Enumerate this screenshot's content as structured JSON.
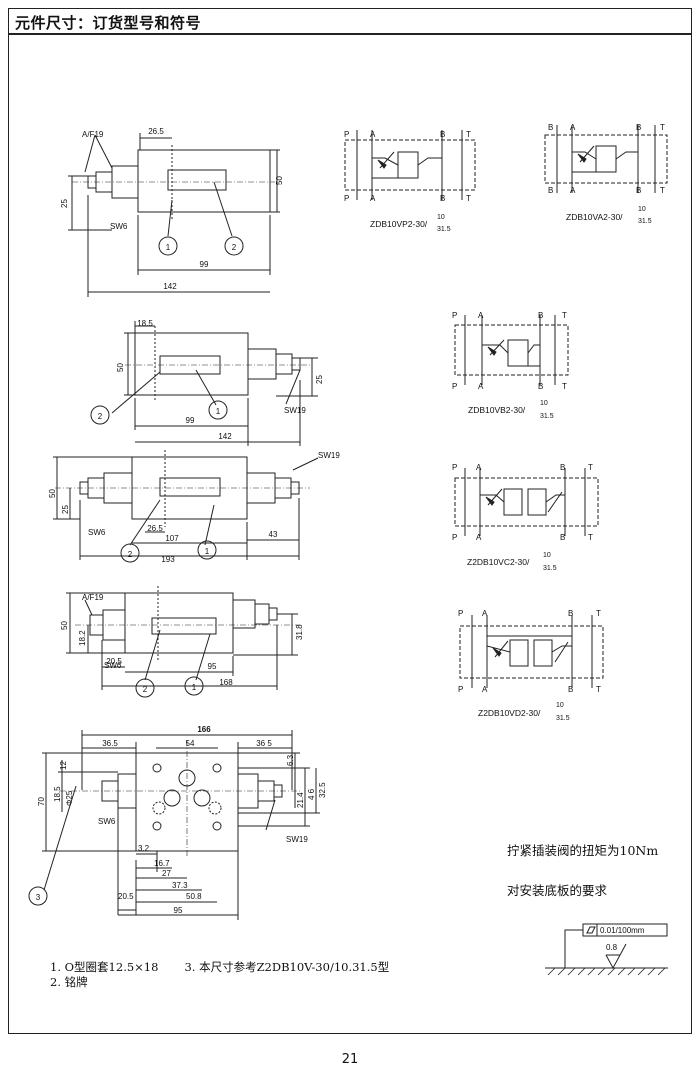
{
  "header": {
    "title": "元件尺寸：订货型号和符号"
  },
  "views": {
    "v1": {
      "af": "A/F19",
      "d265": "26.5",
      "d50": "50",
      "d25": "25",
      "sw": "SW6",
      "d99": "99",
      "d142": "142",
      "c1": "1",
      "c2": "2"
    },
    "v2": {
      "d185": "18.5",
      "d50": "50",
      "d25": "25",
      "sw": "SW19",
      "d99": "99",
      "d142": "142",
      "c1": "1",
      "c2": "2"
    },
    "v3": {
      "sw19": "SW19",
      "d50": "50",
      "d25": "25",
      "sw6": "SW6",
      "d265": "26.5",
      "d107": "107",
      "d43": "43",
      "d193": "193",
      "c1": "1",
      "c2": "2"
    },
    "v4": {
      "af": "A/F19",
      "d50": "50",
      "d182": "18.2",
      "d318": "31.8",
      "sw": "SW6",
      "d205": "20.5",
      "d95": "95",
      "d168": "168",
      "c1": "1",
      "c2": "2"
    },
    "v5": {
      "d166": "166",
      "d365a": "36.5",
      "d54": "54",
      "d365b": "36 5",
      "d12": "12",
      "d70": "70",
      "d185": "18.5",
      "d25": "Φ25",
      "d63": "6.3",
      "d214": "21.4",
      "d325": "32.5",
      "d46": "4 6",
      "sw6": "SW6",
      "sw19": "SW19",
      "d32": "3.2",
      "d167": "16.7",
      "d27": "27",
      "d373": "37.3",
      "d508": "50.8",
      "d2051": "20.5",
      "d95": "95",
      "c3": "3"
    }
  },
  "symbols": [
    {
      "ports": [
        "P",
        "A",
        "B",
        "T",
        "P",
        "A",
        "B",
        "T"
      ],
      "model": "ZDB10VP2-30/",
      "sup": "10",
      "sub": "31.5"
    },
    {
      "ports": [
        "B",
        "A",
        "B",
        "T",
        "B",
        "A",
        "B",
        "T"
      ],
      "model": "ZDB10VA2-30/",
      "sup": "10",
      "sub": "31.5"
    },
    {
      "ports": [
        "P",
        "A",
        "B",
        "T",
        "P",
        "A",
        "B",
        "T"
      ],
      "model": "ZDB10VB2-30/",
      "sup": "10",
      "sub": "31.5"
    },
    {
      "ports": [
        "P",
        "A",
        "B",
        "T",
        "P",
        "A",
        "B",
        "T"
      ],
      "model": "Z2DB10VC2-30/",
      "sup": "10",
      "sub": "31.5"
    },
    {
      "ports": [
        "P",
        "A",
        "B",
        "T",
        "P",
        "A",
        "B",
        "T"
      ],
      "model": "Z2DB10VD2-30/",
      "sup": "10",
      "sub": "31.5"
    }
  ],
  "notes": {
    "torque": "拧紧插装阀的扭矩为10Nm",
    "plate": "对安装底板的要求",
    "flatness": "0.01/100mm",
    "roughness": "0.8",
    "n1": "1.  O型圈套12.5×18",
    "n3": "3.  本尺寸参考Z2DB10V-30/10.31.5型",
    "n2": "2.  铭牌"
  },
  "page_number": "21"
}
